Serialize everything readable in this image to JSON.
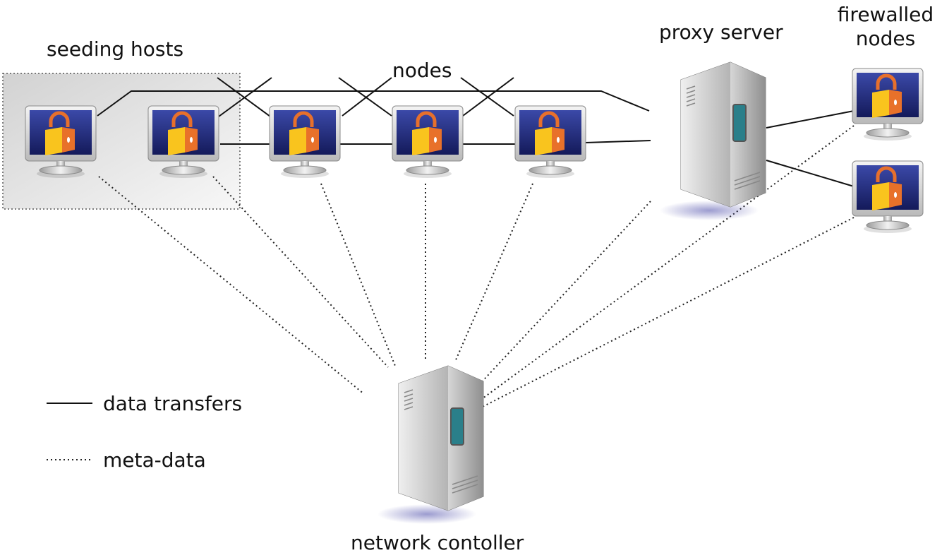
{
  "labels": {
    "seeding_hosts": "seeding hosts",
    "nodes": "nodes",
    "proxy_server": "proxy server",
    "firewalled_line1": "firewalled",
    "firewalled_line2": "nodes",
    "network_controller": "network contoller"
  },
  "legend": {
    "solid": "data transfers",
    "dotted": "meta-data"
  },
  "colors": {
    "screen": "#1b2370",
    "lock_body": "#f7c21c",
    "lock_side": "#e8712a",
    "server": "#c8c8c8",
    "group_box": "#e6e6e6"
  }
}
